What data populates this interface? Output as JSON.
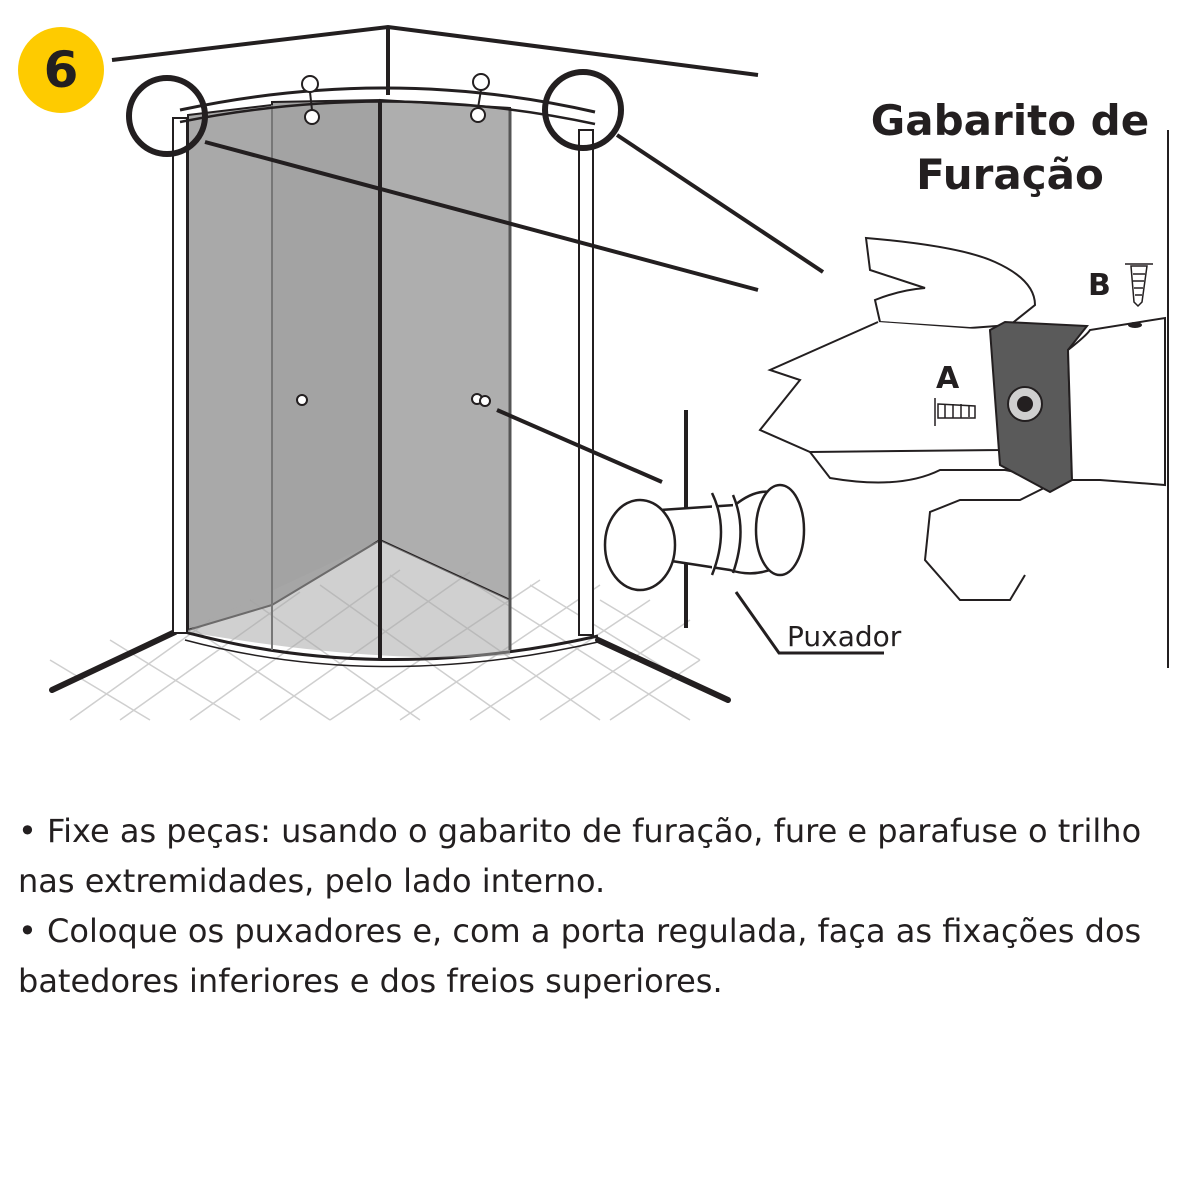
{
  "step_number": "6",
  "template_label": "Gabarito de Furação",
  "part_label_a": "A",
  "part_label_b": "B",
  "handle_label": "Puxador",
  "instructions": [
    "• Fixe as peças: usando o gabarito de furação, fure e parafuse o trilho nas extremidades, pelo lado interno.",
    "• Coloque os puxadores e, com a porta regulada, faça as fixações dos batedores inferiores e dos freios superiores."
  ],
  "colors": {
    "badge": "#fecb00",
    "ink": "#231f20",
    "glass": "#8c8c8c",
    "template_plate": "#5a5a5a",
    "floor_grid": "#cfcfcf"
  },
  "icons": [
    "drill-template-icon",
    "screw-icon",
    "door-handle-icon",
    "hand-icon"
  ]
}
